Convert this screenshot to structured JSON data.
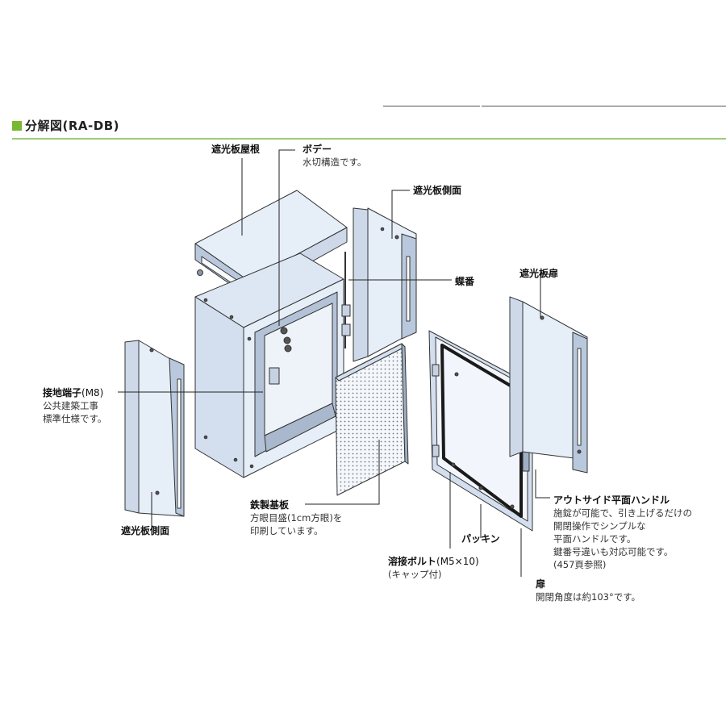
{
  "section": {
    "marker_color": "#78b832",
    "title": "分解図(RA-DB)",
    "rule_color": "#9fc97a"
  },
  "colors": {
    "part_fill": "#e6eef8",
    "part_face": "#f2f6fc",
    "part_dark": "#b9c8dc",
    "stroke": "#333333",
    "gasket": "#1a1a1a"
  },
  "labels": {
    "roof": {
      "title": "遮光板屋根"
    },
    "body": {
      "title": "ボデー",
      "desc": "水切構造です。"
    },
    "side_right": {
      "title": "遮光板側面"
    },
    "hinge": {
      "title": "蝶番"
    },
    "door_shade": {
      "title": "遮光板扉"
    },
    "ground": {
      "title": "接地端子",
      "sub": "(M8)",
      "desc1": "公共建築工事",
      "desc2": "標準仕様です。"
    },
    "side_left": {
      "title": "遮光板側面"
    },
    "plate": {
      "title": "鉄製基板",
      "desc1": "方眼目盛(1cm方眼)を",
      "desc2": "印刷しています。"
    },
    "packing": {
      "title": "パッキン"
    },
    "bolt": {
      "title": "溶接ボルト",
      "sub": "(M5×10)",
      "desc": "(キャップ付)"
    },
    "handle": {
      "title": "アウトサイド平面ハンドル",
      "desc1": "施錠が可能で、引き上げるだけの",
      "desc2": "開閉操作でシンプルな",
      "desc3": "平面ハンドルです。",
      "desc4": "鍵番号違いも対応可能です。",
      "desc5": "(457頁参照)"
    },
    "door": {
      "title": "扉",
      "desc": "開閉角度は約103°です。"
    }
  }
}
